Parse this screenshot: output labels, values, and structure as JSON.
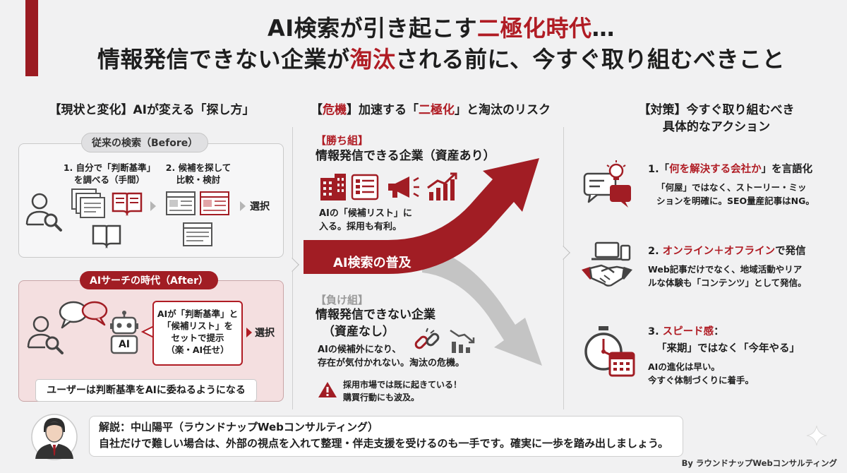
{
  "title": {
    "line1_pre": "AI検索が引き起こす",
    "line1_hl": "二極化時代",
    "line1_post": "…",
    "line2_pre": "情報発信できない企業が",
    "line2_hl": "淘汰",
    "line2_post": "される前に、今すぐ取り組むべきこと"
  },
  "left": {
    "heading": "【現状と変化】AIが変える「探し方」",
    "before": {
      "pill": "従来の検索（Before）",
      "step1_line1": "1. 自分で「判断基準」",
      "step1_line2": "を調べる（手間）",
      "step2_line1": "2. 候補を探して",
      "step2_line2": "比較・検討",
      "select": "選択"
    },
    "after": {
      "pill": "AIサーチの時代（After）",
      "bubble_line1": "AIが「判断基準」と",
      "bubble_line2": "「候補リスト」を",
      "bubble_line3": "セットで提示",
      "bubble_line4": "（楽・AI任せ）",
      "robot_label": "AI",
      "select": "選択",
      "banner": "ユーザーは判断基準をAIに委ねるようになる"
    }
  },
  "middle": {
    "heading_pre": "【",
    "heading_danger": "危機",
    "heading_mid": "】加速する「",
    "heading_hl": "二極化",
    "heading_post": "」と淘汰のリスク",
    "winners_label": "【勝ち組】",
    "winners_title": "情報発信できる企業（資産あり）",
    "winners_text_line1": "AIの「候補リスト」に",
    "winners_text_line2": "入る。採用も有利。",
    "arrow_label": "AI検索の普及",
    "losers_label": "【負け組】",
    "losers_title_line1": "情報発信できない企業",
    "losers_title_line2": "（資産なし）",
    "losers_text_line1": "AIの候補外になり、",
    "losers_text_line2": "存在が気付かれない。淘汰の危機。",
    "warning_line1": "採用市場では既に起きている！",
    "warning_line2": "購買行動にも波及。"
  },
  "right": {
    "heading_line1": "【対策】今すぐ取り組むべき",
    "heading_line2": "具体的なアクション",
    "actions": [
      {
        "num": "1.「",
        "hl": "何を解決する会社か",
        "post": "」を言語化",
        "text_line1": "「何屋」ではなく、ストーリー・ミッ",
        "text_line2": "ションを明確に。SEO量産記事はNG。"
      },
      {
        "num": "2. ",
        "hl": "オンライン＋オフライン",
        "post": "で発信",
        "text_line1": "Web記事だけでなく、地域活動やリア",
        "text_line2": "ルな体験も「コンテンツ」として発信。"
      },
      {
        "num": "3. ",
        "hl": "スピード感",
        "post": "：",
        "sub": "「来期」ではなく「今年やる」",
        "text_line1": "AIの進化は早い。",
        "text_line2": "今すぐ体制づくりに着手。"
      }
    ]
  },
  "comment": {
    "name": "解説：中山陽平（ラウンドナップWebコンサルティング）",
    "text": "自社だけで難しい場合は、外部の視点を入れて整理・伴走支援を受けるのも一手です。確実に一歩を踏み出しましょう。"
  },
  "credit": "By ラウンドナップWebコンサルティング",
  "colors": {
    "accent": "#b01c24",
    "dark_red": "#9b1b22",
    "background": "#f1f1f2",
    "grey_arrow": "#c8c8c8"
  },
  "icons": [
    "user-search-icon",
    "documents-icon",
    "book-icon",
    "web-page-icon",
    "chat-bubbles-icon",
    "robot-icon",
    "building-icon",
    "list-icon",
    "megaphone-icon",
    "growth-chart-icon",
    "broken-link-icon",
    "decline-chart-icon",
    "warning-icon",
    "lightbulb-chat-icon",
    "devices-icon",
    "handshake-icon",
    "stopwatch-calendar-icon",
    "presenter-avatar-icon",
    "sparkle-icon"
  ]
}
